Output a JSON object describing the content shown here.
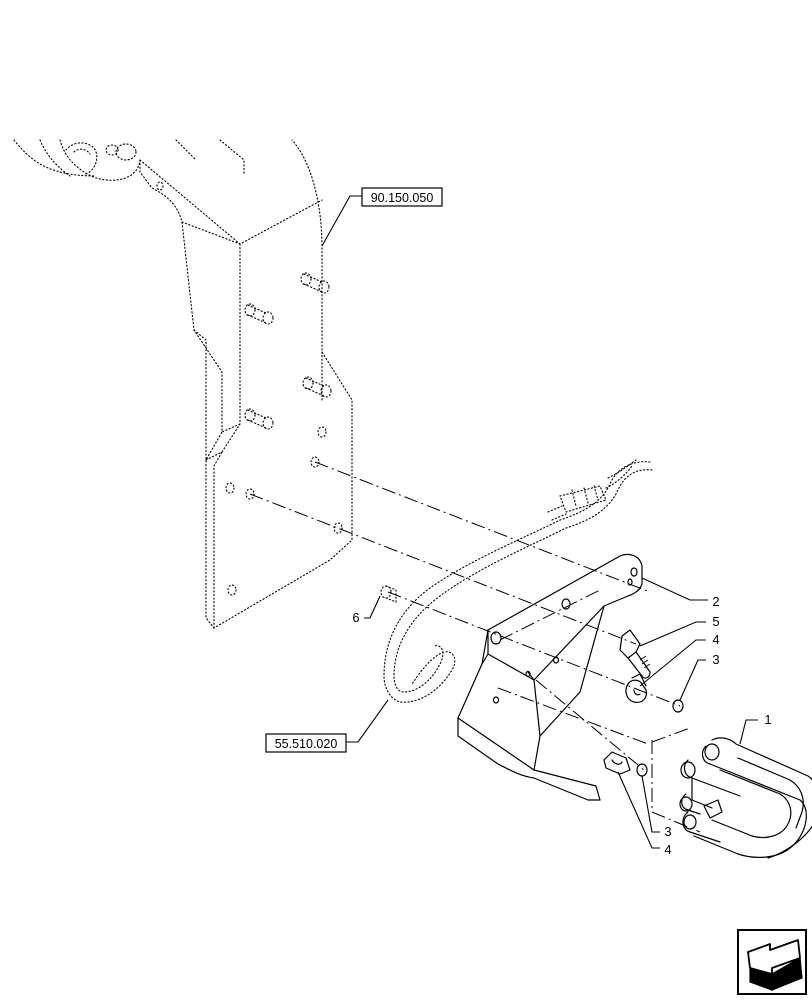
{
  "references": {
    "upper": "90.150.050",
    "lower": "55.510.020"
  },
  "callouts": {
    "c1": "1",
    "c2": "2",
    "c3a": "3",
    "c3b": "3",
    "c4a": "4",
    "c4b": "4",
    "c5": "5",
    "c6": "6"
  },
  "icons": {
    "corner": "next-page-arrow-icon"
  }
}
